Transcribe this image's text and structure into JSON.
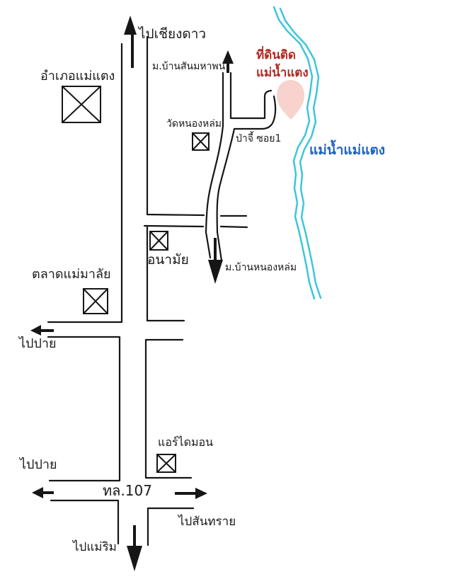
{
  "map": {
    "destination_north": "ไปเชียงดาว",
    "village_san_mahapon": "ม.บ้านสันมหาพน",
    "district_office": "อำเภอแม่แตง",
    "property_title_line1": "ที่ดินติด",
    "property_title_line2": "แม่น้ำแตง",
    "temple": "วัดหนองหล่ม",
    "soi": "ป่าจี้ ซอย1",
    "river_name": "แม่น้ำแม่แตง",
    "health_center": "อนามัย",
    "village_nong_lom": "ม.บ้านหนองหล่ม",
    "market": "ตลาดแม่มาลัย",
    "destination_west_upper": "ไปปาย",
    "air_shop": "แอร์ไดมอน",
    "destination_west_lower": "ไปปาย",
    "highway": "ทล.107",
    "destination_east": "ไปสันทราย",
    "destination_south": "ไปแม่ริม"
  },
  "colors": {
    "road": "#161616",
    "river": "#3ec6da",
    "river_label": "#1f62c0",
    "property_label": "#b22a22",
    "marker": "#f8d2cc",
    "background": "#ffffff"
  }
}
